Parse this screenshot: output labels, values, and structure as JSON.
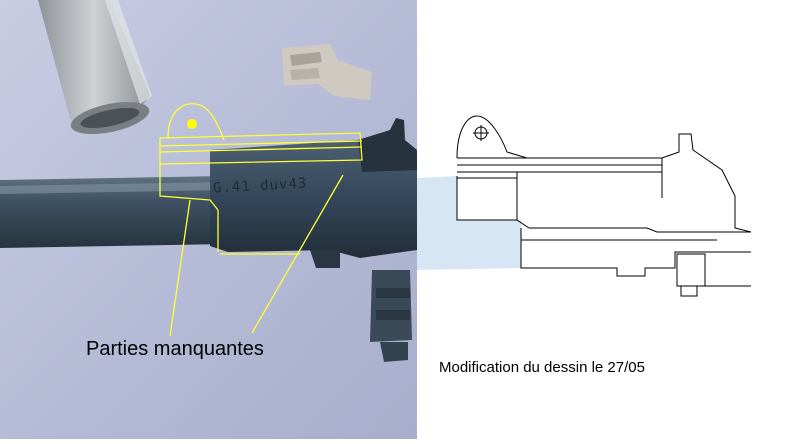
{
  "photo": {
    "annotation_label": "Parties manquantes",
    "engraving": "G.41 duv43",
    "colors": {
      "background": "#b6bcd8",
      "barrel": "#3a4b5c",
      "highlight_outline": "#ffff33",
      "sight_dot": "#ffff00"
    }
  },
  "drawing": {
    "caption": "Modification du dessin le 27/05",
    "colors": {
      "stroke": "#000000",
      "barrel_fill": "#d6e6f4"
    }
  }
}
